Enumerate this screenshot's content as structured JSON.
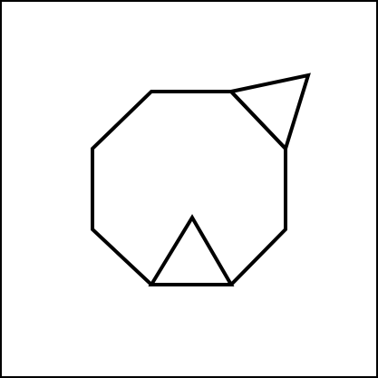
{
  "colors": {
    "background": "#ffffff",
    "stroke": "#000000"
  },
  "shapes": [
    {
      "id": "octagon",
      "kind": "regular-octagon"
    },
    {
      "id": "triangle-upper-right",
      "kind": "triangle"
    },
    {
      "id": "triangle-bottom",
      "kind": "triangle"
    }
  ]
}
